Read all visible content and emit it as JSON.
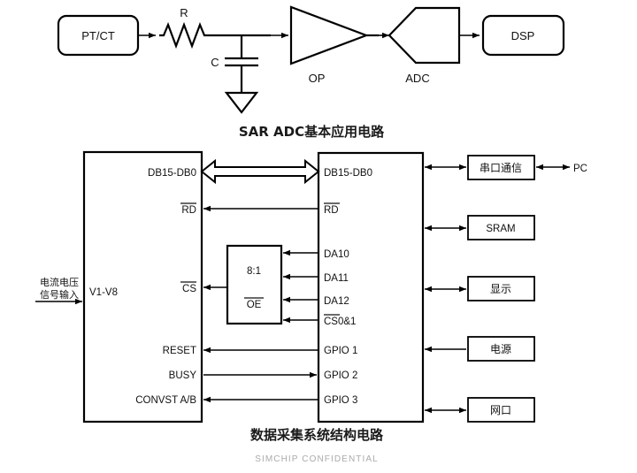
{
  "figure_top": {
    "title": "SAR ADC基本应用电路",
    "blocks": [
      {
        "name": "pt-ct",
        "label": "PT/CT"
      },
      {
        "name": "dsp",
        "label": "DSP"
      }
    ],
    "components": [
      {
        "name": "resistor",
        "label": "R"
      },
      {
        "name": "capacitor",
        "label": "C"
      },
      {
        "name": "op-amp",
        "label": "OP"
      },
      {
        "name": "adc",
        "label": "ADC"
      },
      {
        "name": "ground",
        "label": ""
      }
    ]
  },
  "figure_bottom": {
    "title": "数据采集系统结构电路",
    "input_label_line1": "电流电压",
    "input_label_line2": "信号输入",
    "left_block": {
      "name": "adc-chip",
      "pins_right": [
        "DB15-DB0",
        "RD",
        "CS",
        "RESET",
        "BUSY",
        "CONVST A/B"
      ],
      "pin_left": "V1-V8"
    },
    "mux_block": {
      "name": "decoder-8-to-1",
      "label_top": "8:1",
      "label_bottom": "OE"
    },
    "right_block": {
      "name": "mcu-chip",
      "pins_left": [
        "DB15-DB0",
        "RD",
        "DA10",
        "DA11",
        "DA12",
        "CS0&1",
        "GPIO 1",
        "GPIO 2",
        "GPIO 3"
      ]
    },
    "peripherals": [
      {
        "name": "serial-comm",
        "label": "串口通信",
        "arrow": "double"
      },
      {
        "name": "sram",
        "label": "SRAM",
        "arrow": "double"
      },
      {
        "name": "display",
        "label": "显示",
        "arrow": "double"
      },
      {
        "name": "power",
        "label": "电源",
        "arrow": "single-left"
      },
      {
        "name": "network-port",
        "label": "网口",
        "arrow": "double"
      }
    ],
    "external": {
      "name": "pc",
      "label": "PC"
    }
  },
  "watermark": "SIMCHIP CONFIDENTIAL",
  "colors": {
    "stroke": "#000000",
    "text": "#111111",
    "watermark": "#aaaaaa",
    "background": "#ffffff"
  }
}
